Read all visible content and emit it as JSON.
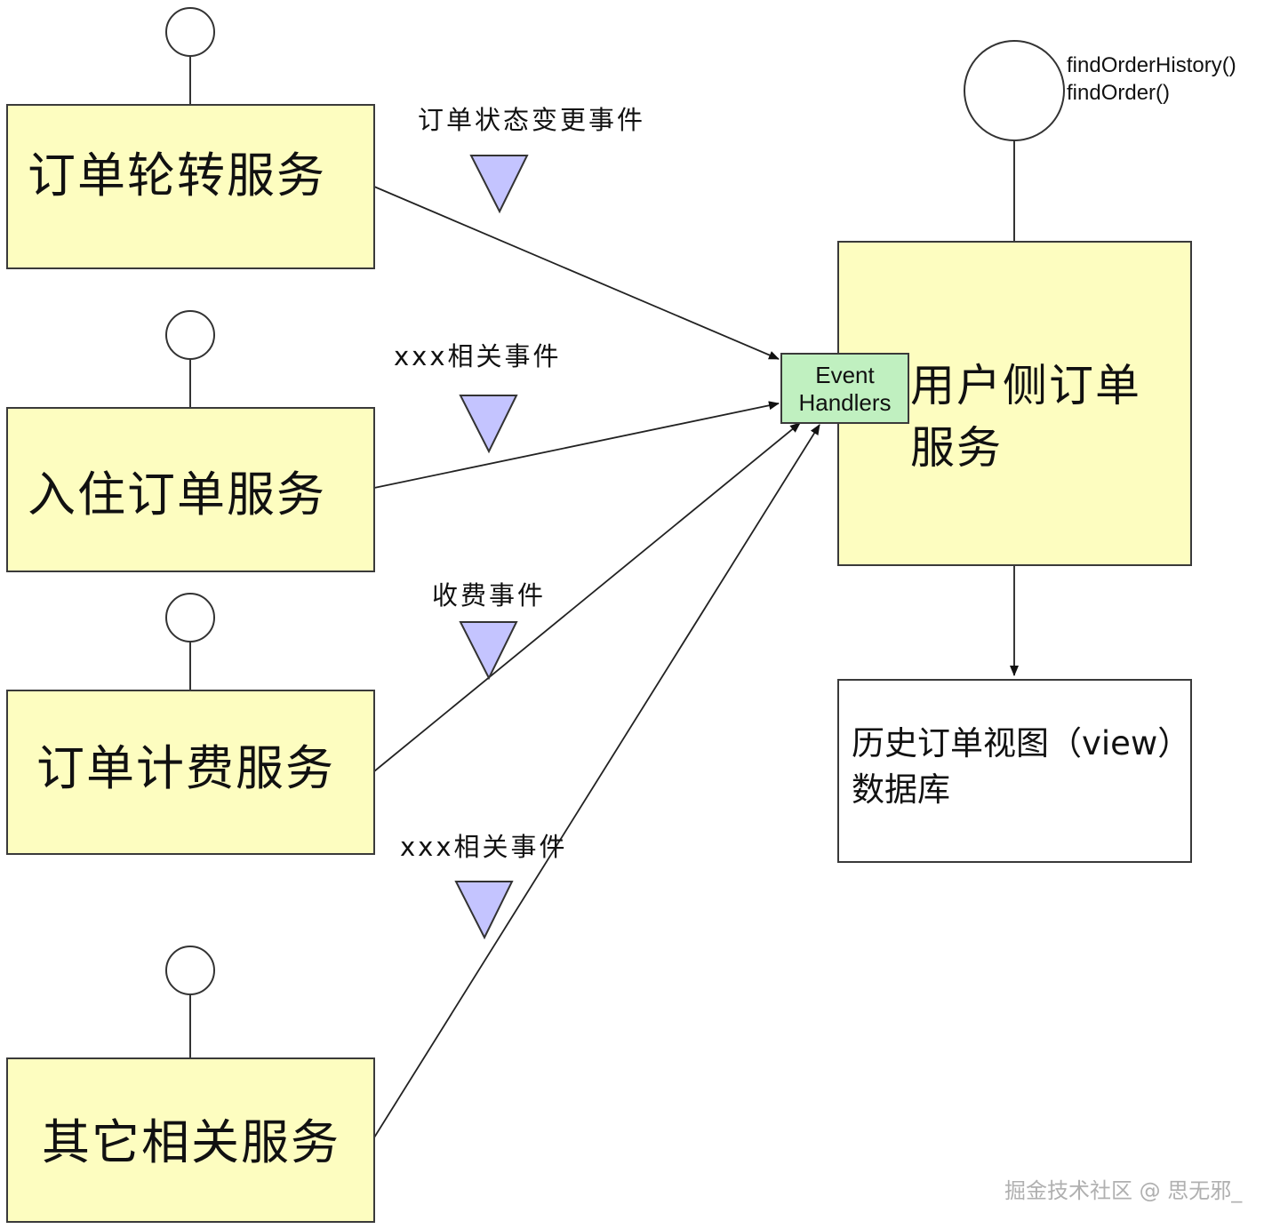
{
  "services": [
    {
      "label": "订单轮转服务"
    },
    {
      "label": "入住订单服务"
    },
    {
      "label": "订单计费服务"
    },
    {
      "label": "其它相关服务"
    }
  ],
  "events": [
    {
      "label": "订单状态变更事件"
    },
    {
      "label": "xxx相关事件"
    },
    {
      "label": "收费事件"
    },
    {
      "label": "xxx相关事件"
    }
  ],
  "target": {
    "label_line1": "用户侧订单",
    "label_line2": "服务",
    "handler_line1": "Event",
    "handler_line2": "Handlers",
    "methods": [
      "findOrderHistory()",
      "findOrder()"
    ]
  },
  "database": {
    "label_line1": "历史订单视图（view）",
    "label_line2": "数据库"
  },
  "watermark": "掘金技术社区 @ 思无邪_",
  "colors": {
    "service_fill": "#fdfdc0",
    "handler_fill": "#c0f0c0",
    "event_triangle": "#c4c4ff"
  }
}
